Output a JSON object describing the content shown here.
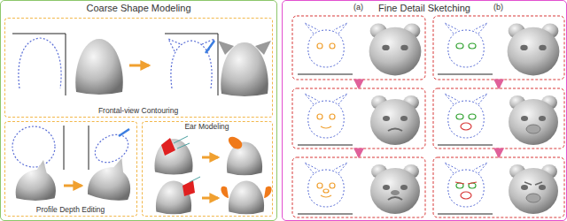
{
  "diagram": {
    "nodes": [
      {
        "text": [
          "Coarse Shape Modeling"
        ]
      },
      {
        "text": [
          "Frontal-view Contouring"
        ],
        "in": 0
      },
      {
        "text": [
          "Profile Depth Editing"
        ],
        "in": 0
      },
      {
        "text": [
          "Ear Modeling"
        ],
        "in": 0
      },
      {
        "text": [
          "Fine Detail Sketching"
        ]
      },
      {
        "text": [
          "(a)"
        ],
        "in": 4
      },
      {
        "text": [
          "(b)"
        ],
        "in": 4
      }
    ]
  }
}
